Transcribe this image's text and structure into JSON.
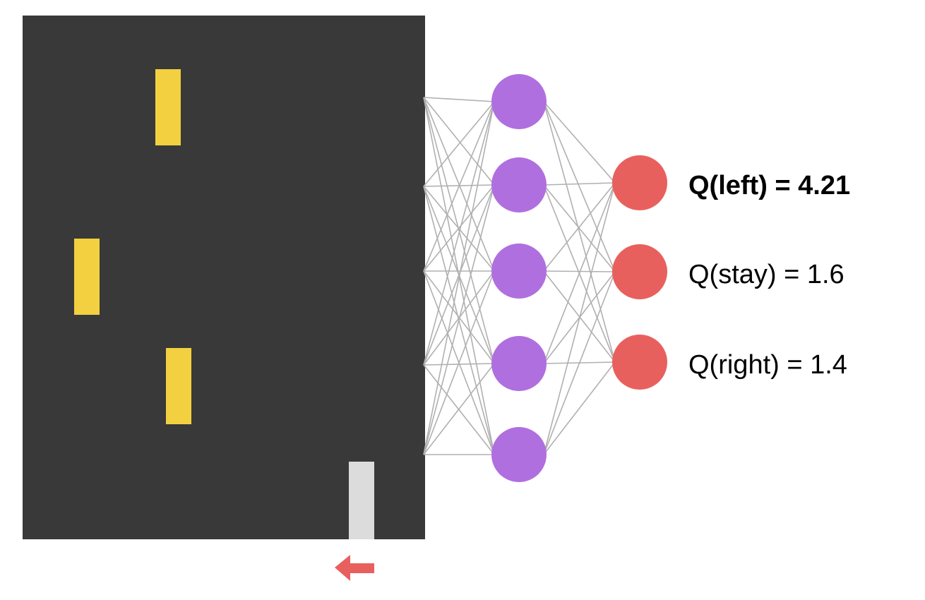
{
  "colors": {
    "game_background": "#393939",
    "falling_block": "#f3d040",
    "player_paddle": "#dcdcdd",
    "hidden_neuron": "#b06fdf",
    "output_neuron": "#e8605e",
    "connection": "#b0b0b0",
    "action_arrow": "#e8605e"
  },
  "icons": {
    "action_arrow": "left-arrow-icon"
  },
  "network": {
    "input_count": 5,
    "hidden_count": 5,
    "output_count": 3
  },
  "outputs": [
    {
      "label": "Q(left) = 4.21",
      "emphasized": true
    },
    {
      "label": "Q(stay) = 1.6",
      "emphasized": false
    },
    {
      "label": "Q(right) = 1.4",
      "emphasized": false
    }
  ],
  "selected_action": "left"
}
